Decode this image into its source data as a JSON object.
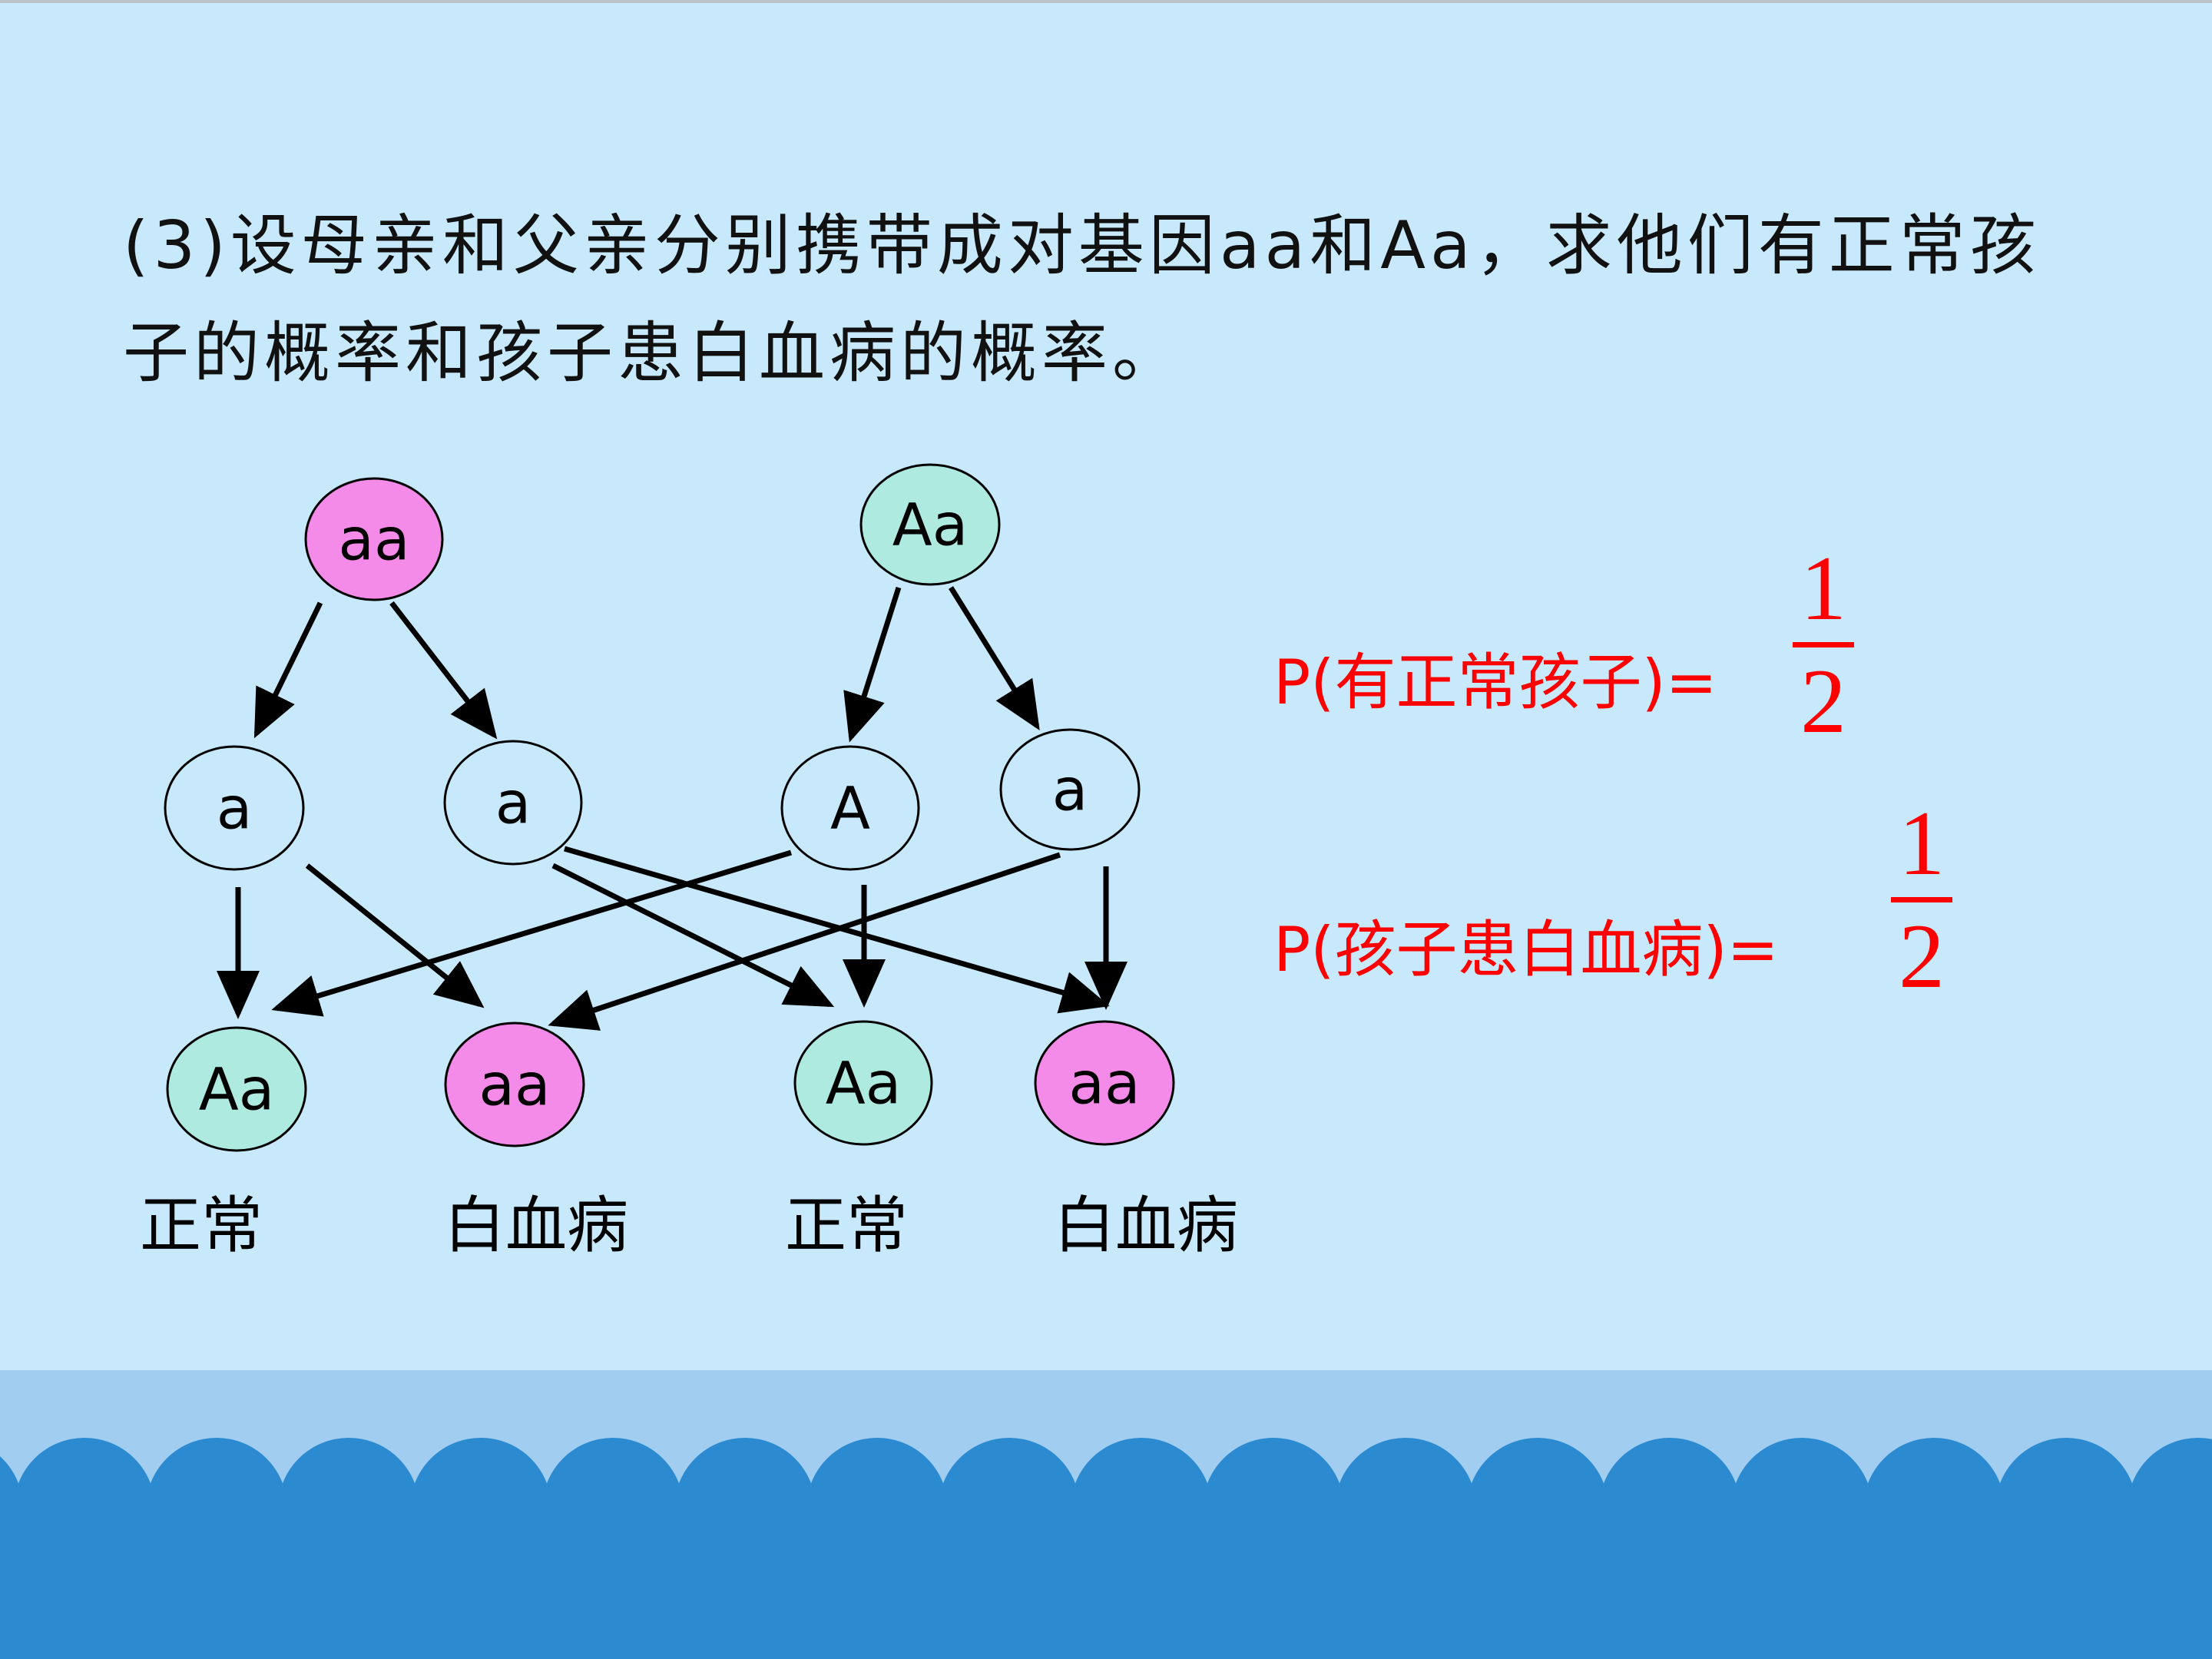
{
  "question": {
    "text": "(3)设母亲和父亲分别携带成对基因aa和Aa，求他们有正常孩子的概率和孩子患白血病的概率。"
  },
  "diagram": {
    "parents": [
      {
        "genotype": "aa",
        "color": "#f58be8"
      },
      {
        "genotype": "Aa",
        "color": "#aeeae0"
      }
    ],
    "gametes": [
      "a",
      "a",
      "A",
      "a"
    ],
    "offspring": [
      {
        "genotype": "Aa",
        "label": "正常",
        "color": "#aeeae0"
      },
      {
        "genotype": "aa",
        "label": "白血病",
        "color": "#f58be8"
      },
      {
        "genotype": "Aa",
        "label": "正常",
        "color": "#aeeae0"
      },
      {
        "genotype": "aa",
        "label": "白血病",
        "color": "#f58be8"
      }
    ]
  },
  "formulas": {
    "normal": {
      "label": "P(有正常孩子)=",
      "numerator": "1",
      "denominator": "2"
    },
    "leukemia": {
      "label": "P(孩子患白血病)= ",
      "numerator": "1",
      "denominator": "2"
    }
  },
  "colors": {
    "background": "#c8e9fb",
    "band": "#a0cdf0",
    "wave": "#2b8ad0",
    "formula": "#ff0000"
  }
}
